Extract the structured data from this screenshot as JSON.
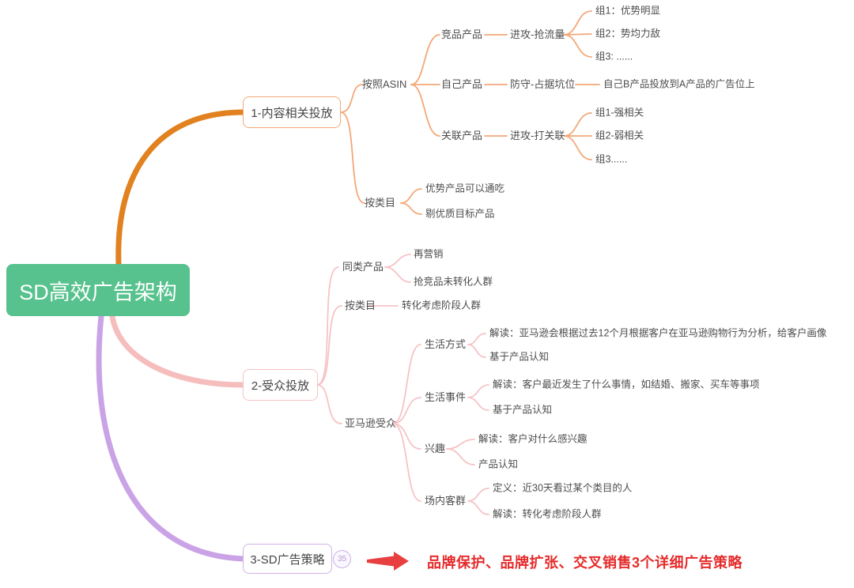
{
  "mindmap": {
    "root": "SD高效广告架构",
    "branches": [
      {
        "label": "1-内容相关投放",
        "children": [
          {
            "label": "按照ASIN",
            "children": [
              {
                "label": "竞品产品",
                "children": [
                  {
                    "label": "进攻-抢流量",
                    "children": [
                      {
                        "label": "组1：优势明显"
                      },
                      {
                        "label": "组2：势均力敌"
                      },
                      {
                        "label": "组3: ......"
                      }
                    ]
                  }
                ]
              },
              {
                "label": "自己产品",
                "children": [
                  {
                    "label": "防守-占据坑位",
                    "children": [
                      {
                        "label": "自己B产品投放到A产品的广告位上"
                      }
                    ]
                  }
                ]
              },
              {
                "label": "关联产品",
                "children": [
                  {
                    "label": "进攻-打关联",
                    "children": [
                      {
                        "label": "组1-强相关"
                      },
                      {
                        "label": "组2-弱相关"
                      },
                      {
                        "label": "组3......"
                      }
                    ]
                  }
                ]
              }
            ]
          },
          {
            "label": "按类目",
            "children": [
              {
                "label": "优势产品可以通吃"
              },
              {
                "label": "剔优质目标产品"
              }
            ]
          }
        ]
      },
      {
        "label": "2-受众投放",
        "children": [
          {
            "label": "同类产品",
            "children": [
              {
                "label": "再营销"
              },
              {
                "label": "抢竞品未转化人群"
              }
            ]
          },
          {
            "label": "按类目",
            "children": [
              {
                "label": "转化考虑阶段人群"
              }
            ]
          },
          {
            "label": "亚马逊受众",
            "children": [
              {
                "label": "生活方式",
                "children": [
                  {
                    "label": "解读：亚马逊会根据过去12个月根据客户在亚马逊购物行为分析，给客户画像"
                  },
                  {
                    "label": "基于产品认知"
                  }
                ]
              },
              {
                "label": "生活事件",
                "children": [
                  {
                    "label": "解读：客户最近发生了什么事情，如结婚、搬家、买车等事项"
                  },
                  {
                    "label": "基于产品认知"
                  }
                ]
              },
              {
                "label": "兴趣",
                "children": [
                  {
                    "label": "解读：客户对什么感兴趣"
                  },
                  {
                    "label": "产品认知"
                  }
                ]
              },
              {
                "label": "场内客群",
                "children": [
                  {
                    "label": "定义：近30天看过某个类目的人"
                  },
                  {
                    "label": "解读：转化考虑阶段人群"
                  }
                ]
              }
            ]
          }
        ]
      },
      {
        "label": "3-SD广告策略",
        "badge": "35",
        "annotation": "品牌保护、品牌扩张、交叉销售3个详细广告策略"
      }
    ],
    "colors": {
      "root_bg": "#57c28d",
      "branch1_main": "#e1811f",
      "branch1_light": "#f3a878",
      "branch2": "#f6c3c6",
      "branch3": "#c9a3e5",
      "annotation_red": "#e52b2b",
      "text": "#4d4d4d"
    }
  }
}
